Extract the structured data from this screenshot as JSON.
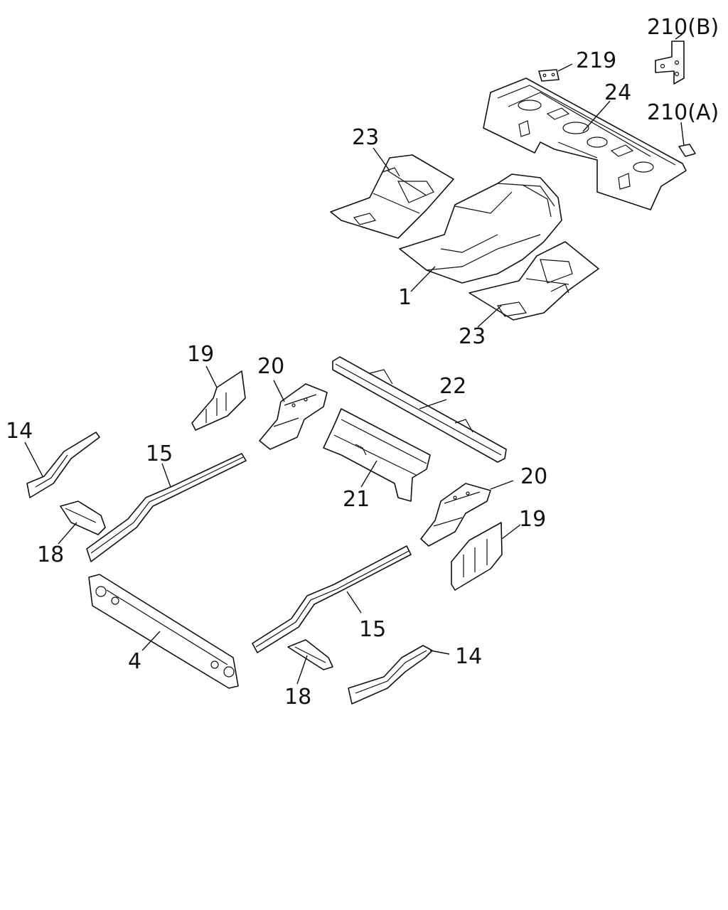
{
  "callouts": {
    "c210b": "210(B)",
    "c219": "219",
    "c24": "24",
    "c210a": "210(A)",
    "c23_top": "23",
    "c1": "1",
    "c23_bottom": "23",
    "c19_left": "19",
    "c20_left": "20",
    "c22": "22",
    "c14_left": "14",
    "c15_left": "15",
    "c21": "21",
    "c20_right": "20",
    "c19_right": "19",
    "c18_left": "18",
    "c15_right": "15",
    "c4": "4",
    "c14_right": "14",
    "c18_right": "18"
  }
}
